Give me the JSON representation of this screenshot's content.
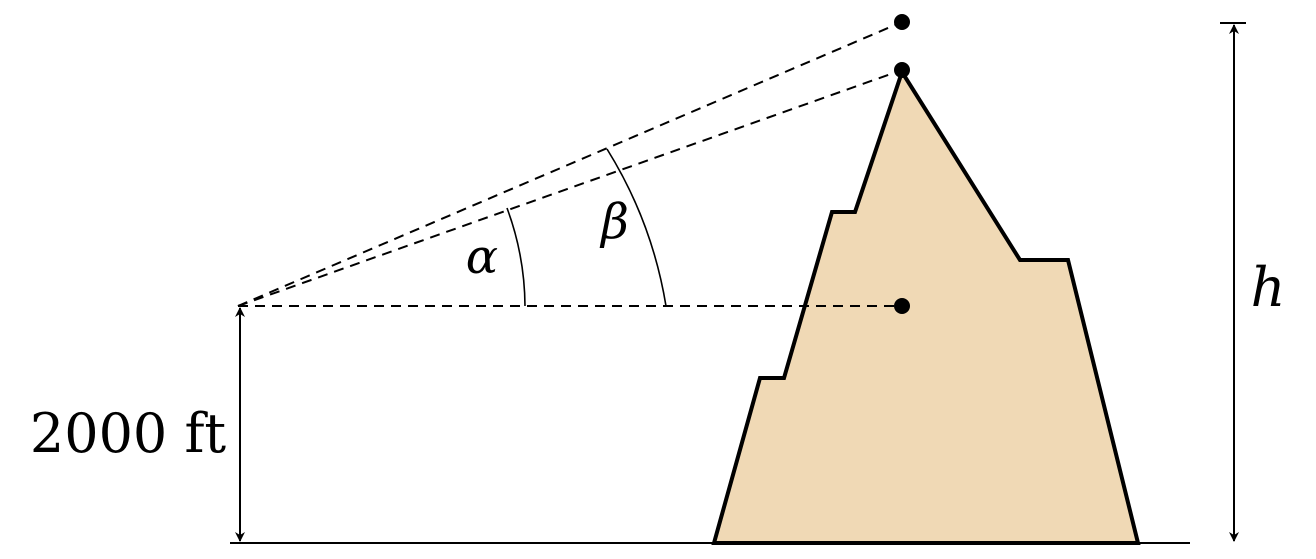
{
  "labels": {
    "alpha": "α",
    "beta": "β",
    "height_var": "h",
    "elevation": "2000 ft"
  },
  "colors": {
    "mountain_fill": "#f0d9b5",
    "stroke": "#000000",
    "background": "#ffffff"
  }
}
